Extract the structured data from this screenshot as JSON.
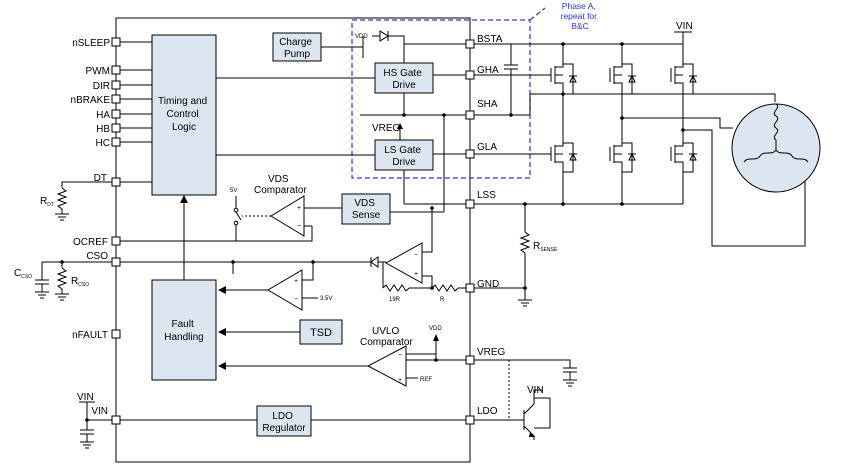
{
  "pins_left": {
    "nsleep": "nSLEEP",
    "pwm": "PWM",
    "dir": "DIR",
    "nbrake": "nBRAKE",
    "ha": "HA",
    "hb": "HB",
    "hc": "HC",
    "dt": "DT",
    "ocref": "OCREF",
    "cso": "CSO",
    "nfault": "nFAULT",
    "vin": "VIN"
  },
  "pins_right": {
    "bsta": "BSTA",
    "gha": "GHA",
    "sha": "SHA",
    "gla": "GLA",
    "lss": "LSS",
    "gnd": "GND",
    "vreg": "VREG",
    "ldo": "LDO"
  },
  "blocks": {
    "timing": [
      "Timing and",
      "Control",
      "Logic"
    ],
    "charge_pump": [
      "Charge",
      "Pump"
    ],
    "hs_gate": [
      "HS Gate",
      "Drive"
    ],
    "ls_gate": [
      "LS Gate",
      "Drive"
    ],
    "vds_sense": [
      "VDS",
      "Sense"
    ],
    "fault": [
      "Fault",
      "Handling"
    ],
    "tsd": "TSD",
    "ldo_reg": [
      "LDO",
      "Regulator"
    ]
  },
  "labels": {
    "vdd_top": "VDD",
    "vreg_mid": "VREG",
    "vds_comp": [
      "VDS",
      "Comparator"
    ],
    "five_v": "5V",
    "uvlo_comp": [
      "UVLO",
      "Comparator"
    ],
    "vdd_uvlo": "VDD",
    "ref": "REF",
    "three_five_v": "3.5V",
    "nineteen_r": "19R",
    "r": "R",
    "vin_top": "VIN",
    "vin_left": "VIN",
    "vin_ldo": "VIN",
    "phase_note": [
      "Phase A,",
      "repeat for",
      "B&C"
    ]
  },
  "components": {
    "rdt": "R",
    "rdt_sub": "DT",
    "ccso": "C",
    "ccso_sub": "CSO",
    "rcso": "R",
    "rcso_sub": "CSO",
    "rsense": "R",
    "rsense_sub": "SENSE"
  },
  "colors": {
    "block_fill": "#dce6f1",
    "note_blue": "#2b35d6"
  }
}
